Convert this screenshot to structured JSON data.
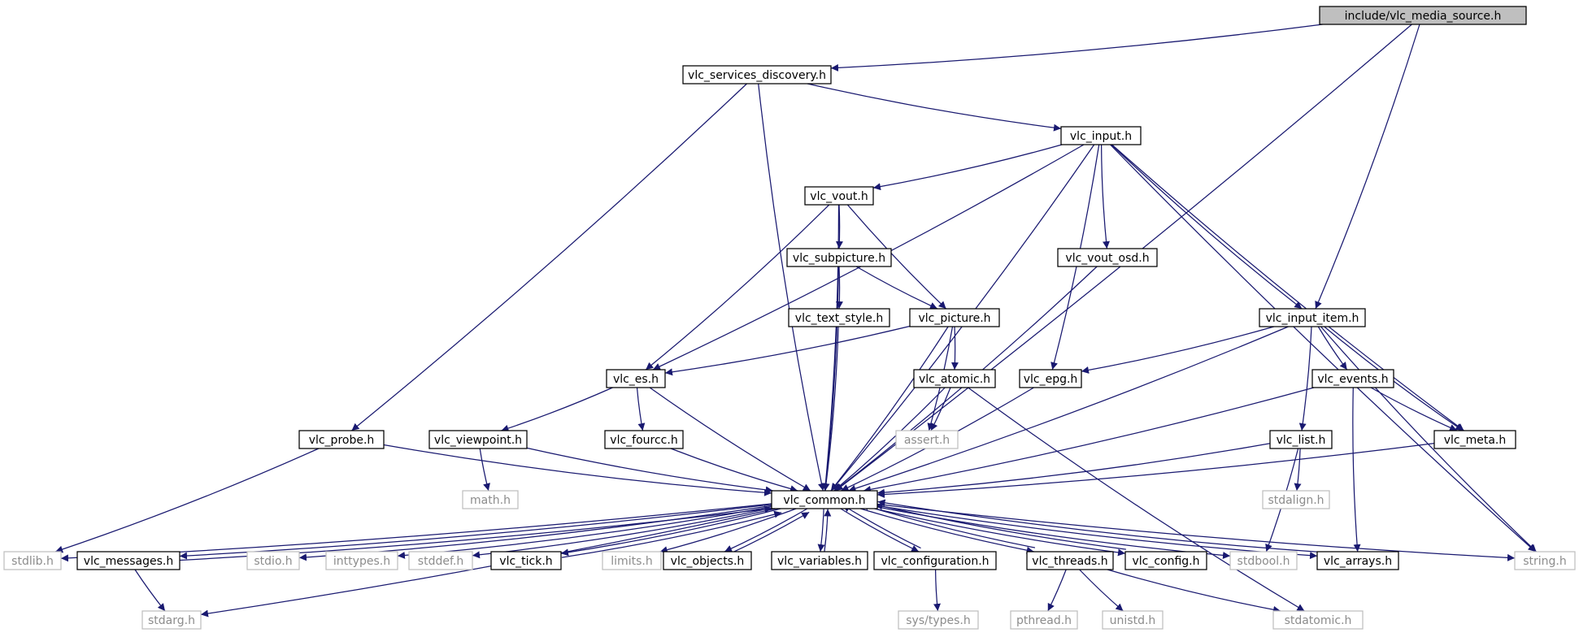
{
  "title": "include/vlc_media_source.h",
  "colors": {
    "edge": "#191970",
    "root_fill": "#bfbfbf",
    "local_border": "#000000",
    "system_border": "#bfbfbf",
    "system_text": "#8c8c8c"
  },
  "nodes": [
    {
      "id": "media_source",
      "label": "include/vlc_media_source.h",
      "kind": "root"
    },
    {
      "id": "services_discovery",
      "label": "vlc_services_discovery.h",
      "kind": "local"
    },
    {
      "id": "input",
      "label": "vlc_input.h",
      "kind": "local"
    },
    {
      "id": "vout",
      "label": "vlc_vout.h",
      "kind": "local"
    },
    {
      "id": "subpicture",
      "label": "vlc_subpicture.h",
      "kind": "local"
    },
    {
      "id": "vout_osd",
      "label": "vlc_vout_osd.h",
      "kind": "local"
    },
    {
      "id": "text_style",
      "label": "vlc_text_style.h",
      "kind": "local"
    },
    {
      "id": "picture",
      "label": "vlc_picture.h",
      "kind": "local"
    },
    {
      "id": "input_item",
      "label": "vlc_input_item.h",
      "kind": "local"
    },
    {
      "id": "es",
      "label": "vlc_es.h",
      "kind": "local"
    },
    {
      "id": "atomic",
      "label": "vlc_atomic.h",
      "kind": "local"
    },
    {
      "id": "epg",
      "label": "vlc_epg.h",
      "kind": "local"
    },
    {
      "id": "events",
      "label": "vlc_events.h",
      "kind": "local"
    },
    {
      "id": "probe",
      "label": "vlc_probe.h",
      "kind": "local"
    },
    {
      "id": "viewpoint",
      "label": "vlc_viewpoint.h",
      "kind": "local"
    },
    {
      "id": "fourcc",
      "label": "vlc_fourcc.h",
      "kind": "local"
    },
    {
      "id": "assert",
      "label": "assert.h",
      "kind": "system"
    },
    {
      "id": "list",
      "label": "vlc_list.h",
      "kind": "local"
    },
    {
      "id": "meta",
      "label": "vlc_meta.h",
      "kind": "local"
    },
    {
      "id": "math",
      "label": "math.h",
      "kind": "system"
    },
    {
      "id": "common",
      "label": "vlc_common.h",
      "kind": "local"
    },
    {
      "id": "stdalign",
      "label": "stdalign.h",
      "kind": "system"
    },
    {
      "id": "stdlib",
      "label": "stdlib.h",
      "kind": "system"
    },
    {
      "id": "messages",
      "label": "vlc_messages.h",
      "kind": "local"
    },
    {
      "id": "stdio",
      "label": "stdio.h",
      "kind": "system"
    },
    {
      "id": "inttypes",
      "label": "inttypes.h",
      "kind": "system"
    },
    {
      "id": "stddef",
      "label": "stddef.h",
      "kind": "system"
    },
    {
      "id": "tick",
      "label": "vlc_tick.h",
      "kind": "local"
    },
    {
      "id": "limits",
      "label": "limits.h",
      "kind": "system"
    },
    {
      "id": "objects",
      "label": "vlc_objects.h",
      "kind": "local"
    },
    {
      "id": "variables",
      "label": "vlc_variables.h",
      "kind": "local"
    },
    {
      "id": "configuration",
      "label": "vlc_configuration.h",
      "kind": "local"
    },
    {
      "id": "threads",
      "label": "vlc_threads.h",
      "kind": "local"
    },
    {
      "id": "config",
      "label": "vlc_config.h",
      "kind": "local"
    },
    {
      "id": "stdbool",
      "label": "stdbool.h",
      "kind": "system"
    },
    {
      "id": "arrays",
      "label": "vlc_arrays.h",
      "kind": "local"
    },
    {
      "id": "string",
      "label": "string.h",
      "kind": "system"
    },
    {
      "id": "stdarg",
      "label": "stdarg.h",
      "kind": "system"
    },
    {
      "id": "sys_types",
      "label": "sys/types.h",
      "kind": "system"
    },
    {
      "id": "pthread",
      "label": "pthread.h",
      "kind": "system"
    },
    {
      "id": "unistd",
      "label": "unistd.h",
      "kind": "system"
    },
    {
      "id": "stdatomic",
      "label": "stdatomic.h",
      "kind": "system"
    }
  ],
  "edges": [
    [
      "media_source",
      "services_discovery"
    ],
    [
      "media_source",
      "input_item"
    ],
    [
      "media_source",
      "common"
    ],
    [
      "services_discovery",
      "input"
    ],
    [
      "services_discovery",
      "probe"
    ],
    [
      "services_discovery",
      "common"
    ],
    [
      "input",
      "vout"
    ],
    [
      "input",
      "es"
    ],
    [
      "input",
      "epg"
    ],
    [
      "input",
      "vout_osd"
    ],
    [
      "input",
      "input_item"
    ],
    [
      "input",
      "meta"
    ],
    [
      "input",
      "common"
    ],
    [
      "input",
      "string"
    ],
    [
      "vout",
      "subpicture"
    ],
    [
      "vout",
      "picture"
    ],
    [
      "vout",
      "es"
    ],
    [
      "vout",
      "common"
    ],
    [
      "subpicture",
      "text_style"
    ],
    [
      "subpicture",
      "picture"
    ],
    [
      "subpicture",
      "common"
    ],
    [
      "vout_osd",
      "common"
    ],
    [
      "text_style",
      "common"
    ],
    [
      "picture",
      "es"
    ],
    [
      "picture",
      "atomic"
    ],
    [
      "picture",
      "assert"
    ],
    [
      "picture",
      "common"
    ],
    [
      "input_item",
      "epg"
    ],
    [
      "input_item",
      "events"
    ],
    [
      "input_item",
      "list"
    ],
    [
      "input_item",
      "meta"
    ],
    [
      "input_item",
      "common"
    ],
    [
      "input_item",
      "string"
    ],
    [
      "es",
      "viewpoint"
    ],
    [
      "es",
      "fourcc"
    ],
    [
      "es",
      "common"
    ],
    [
      "atomic",
      "assert"
    ],
    [
      "atomic",
      "common"
    ],
    [
      "atomic",
      "stdatomic"
    ],
    [
      "epg",
      "common"
    ],
    [
      "events",
      "meta"
    ],
    [
      "events",
      "arrays"
    ],
    [
      "events",
      "common"
    ],
    [
      "probe",
      "stdlib"
    ],
    [
      "probe",
      "common"
    ],
    [
      "viewpoint",
      "math"
    ],
    [
      "viewpoint",
      "common"
    ],
    [
      "fourcc",
      "common"
    ],
    [
      "list",
      "stdalign"
    ],
    [
      "list",
      "stdbool"
    ],
    [
      "list",
      "common"
    ],
    [
      "meta",
      "common"
    ],
    [
      "common",
      "stdlib"
    ],
    [
      "common",
      "messages"
    ],
    [
      "common",
      "stdio"
    ],
    [
      "common",
      "inttypes"
    ],
    [
      "common",
      "stddef"
    ],
    [
      "common",
      "tick"
    ],
    [
      "common",
      "limits"
    ],
    [
      "common",
      "objects"
    ],
    [
      "common",
      "variables"
    ],
    [
      "common",
      "configuration"
    ],
    [
      "common",
      "threads"
    ],
    [
      "common",
      "config"
    ],
    [
      "common",
      "stdbool"
    ],
    [
      "common",
      "arrays"
    ],
    [
      "common",
      "string"
    ],
    [
      "common",
      "stdarg"
    ],
    [
      "messages",
      "stdarg"
    ],
    [
      "messages",
      "common"
    ],
    [
      "tick",
      "common"
    ],
    [
      "objects",
      "common"
    ],
    [
      "variables",
      "common"
    ],
    [
      "configuration",
      "sys_types"
    ],
    [
      "configuration",
      "common"
    ],
    [
      "threads",
      "pthread"
    ],
    [
      "threads",
      "unistd"
    ],
    [
      "threads",
      "stdatomic"
    ],
    [
      "threads",
      "common"
    ],
    [
      "config",
      "common"
    ],
    [
      "arrays",
      "common"
    ]
  ]
}
